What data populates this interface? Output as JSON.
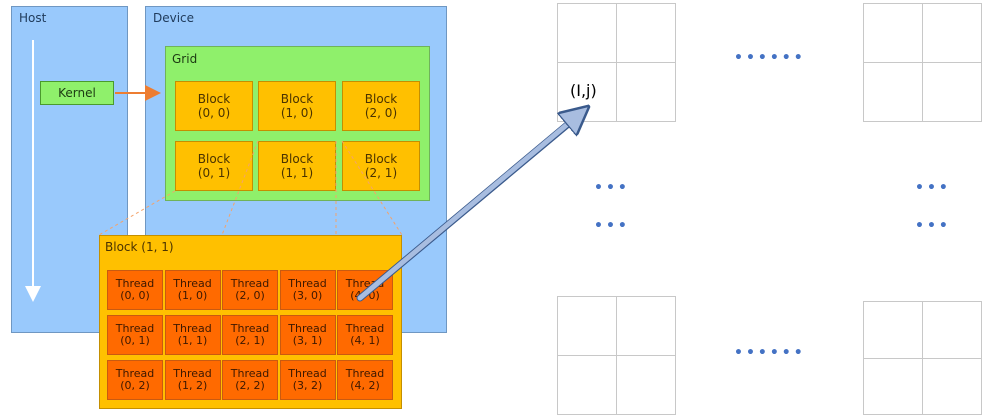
{
  "host": {
    "title": "Host",
    "kernel_label": "Kernel"
  },
  "device": {
    "title": "Device"
  },
  "grid": {
    "title": "Grid",
    "blocks": [
      [
        "Block",
        "(0, 0)"
      ],
      [
        "Block",
        "(1, 0)"
      ],
      [
        "Block",
        "(2, 0)"
      ],
      [
        "Block",
        "(0, 1)"
      ],
      [
        "Block",
        "(1, 1)"
      ],
      [
        "Block",
        "(2, 1)"
      ]
    ]
  },
  "block_detail": {
    "title": "Block (1, 1)",
    "threads": [
      [
        "Thread",
        "(0, 0)"
      ],
      [
        "Thread",
        "(1, 0)"
      ],
      [
        "Thread",
        "(2, 0)"
      ],
      [
        "Thread",
        "(3, 0)"
      ],
      [
        "Thread",
        "(4, 0)"
      ],
      [
        "Thread",
        "(0, 1)"
      ],
      [
        "Thread",
        "(1, 1)"
      ],
      [
        "Thread",
        "(2, 1)"
      ],
      [
        "Thread",
        "(3, 1)"
      ],
      [
        "Thread",
        "(4, 1)"
      ],
      [
        "Thread",
        "(0, 2)"
      ],
      [
        "Thread",
        "(1, 2)"
      ],
      [
        "Thread",
        "(2, 2)"
      ],
      [
        "Thread",
        "(3, 2)"
      ],
      [
        "Thread",
        "(4, 2)"
      ]
    ]
  },
  "matrix": {
    "index_label": "(I,j)",
    "ellipsis_h": "••••••",
    "ellipsis_v": "•••"
  },
  "colors": {
    "host_device_bg": "#99c9fc",
    "grid_bg": "#8ff06b",
    "block_bg": "#ffc000",
    "thread_bg": "#ff6a00",
    "arrow": "#a8bde0",
    "kernel_arrow": "#ed7d31"
  }
}
